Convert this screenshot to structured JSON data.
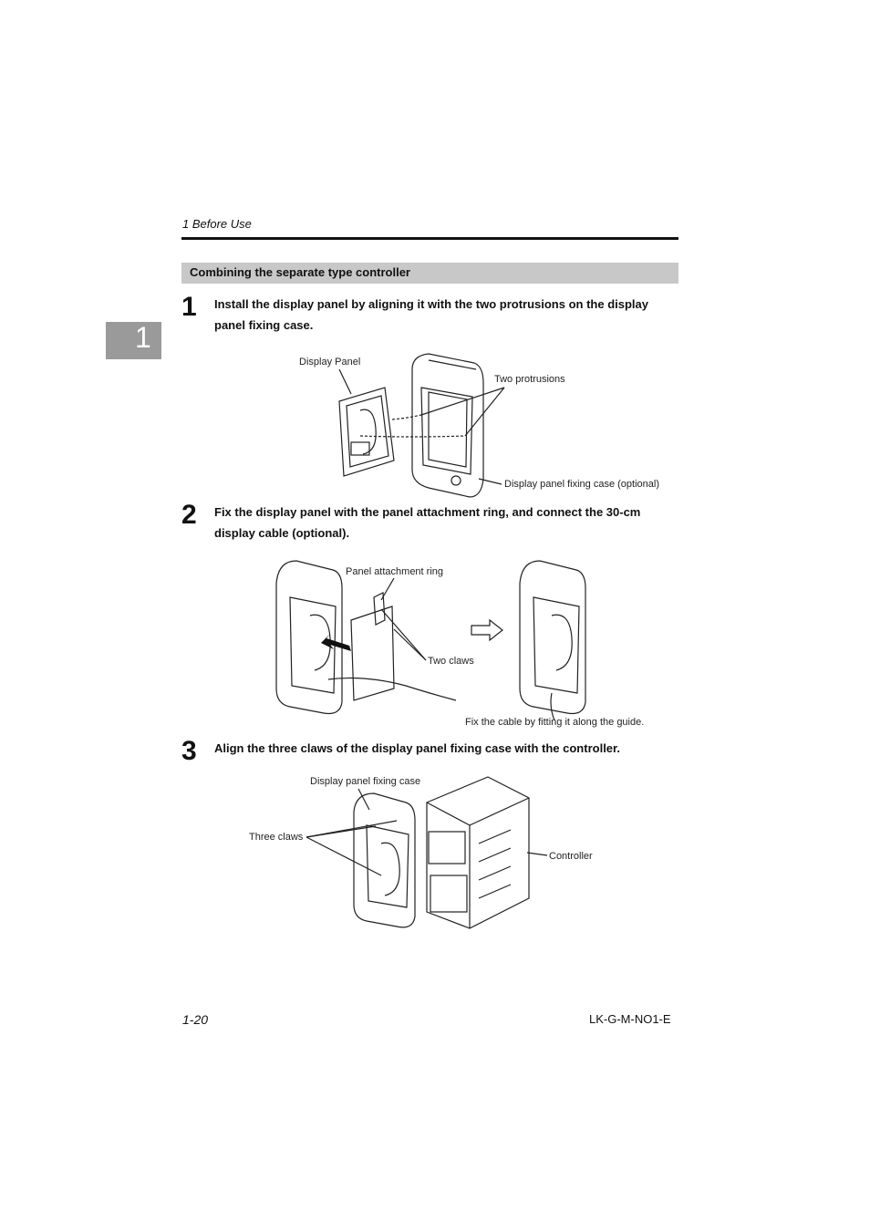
{
  "header": {
    "chapter_title": "1  Before Use"
  },
  "chapter_tab": {
    "number": "1"
  },
  "section": {
    "title": "Combining the separate type controller"
  },
  "steps": [
    {
      "number": "1",
      "text": "Install the display panel by aligning it with the two protrusions on the display panel fixing case.",
      "labels": {
        "display_panel": "Display Panel",
        "two_protrusions": "Two protrusions",
        "fixing_case": "Display panel fixing case (optional)"
      }
    },
    {
      "number": "2",
      "text": "Fix the display panel with the panel attachment ring, and connect the 30-cm display cable (optional).",
      "labels": {
        "attachment_ring": "Panel attachment ring",
        "two_claws": "Two claws",
        "cable_guide": "Fix the cable by fitting it along the guide."
      }
    },
    {
      "number": "3",
      "text": "Align the three claws of the display panel fixing case with the controller.",
      "labels": {
        "fixing_case": "Display panel fixing case",
        "three_claws": "Three claws",
        "controller": "Controller"
      }
    }
  ],
  "footer": {
    "page_number": "1-20",
    "doc_code": "LK-G-M-NO1-E"
  }
}
